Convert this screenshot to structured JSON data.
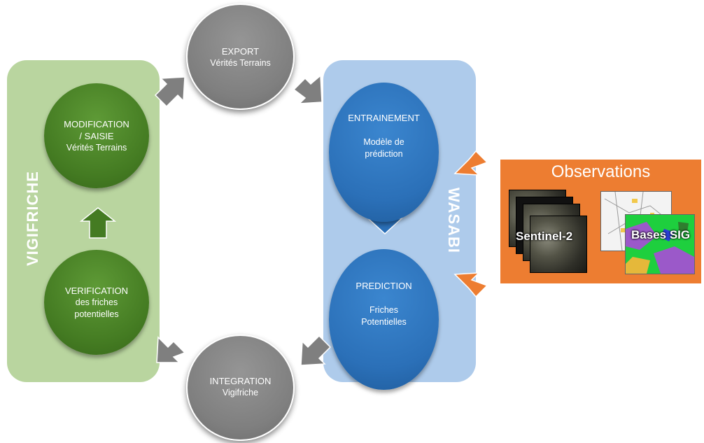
{
  "panels": {
    "left_label": "VIGIFRICHE",
    "right_label": "WASABI"
  },
  "nodes": {
    "modification": {
      "title": "MODIFICATION",
      "title2": "/ SAISIE",
      "subtitle": "Vérités Terrains"
    },
    "verification": {
      "title": "VERIFICATION",
      "line2": "des friches",
      "line3": "potentielles"
    },
    "export": {
      "title": "EXPORT",
      "subtitle": "Vérités Terrains"
    },
    "integration": {
      "title": "INTEGRATION",
      "subtitle": "Vigifriche"
    },
    "entrainement": {
      "title": "ENTRAINEMENT",
      "line2": "Modèle de",
      "line3": "prédiction"
    },
    "prediction": {
      "title": "PREDICTION",
      "line2": "Friches",
      "line3": "Potentielles"
    }
  },
  "observations": {
    "title": "Observations",
    "sentinel_label": "Sentinel-2",
    "sig_label": "Bases SIG"
  },
  "colors": {
    "vigi_panel": "#b9d59f",
    "wasabi_panel": "#aecbeb",
    "green_node": "#447b22",
    "blue_node": "#2b70b8",
    "grey_node": "#7f7f7f",
    "orange": "#ed7d31"
  }
}
